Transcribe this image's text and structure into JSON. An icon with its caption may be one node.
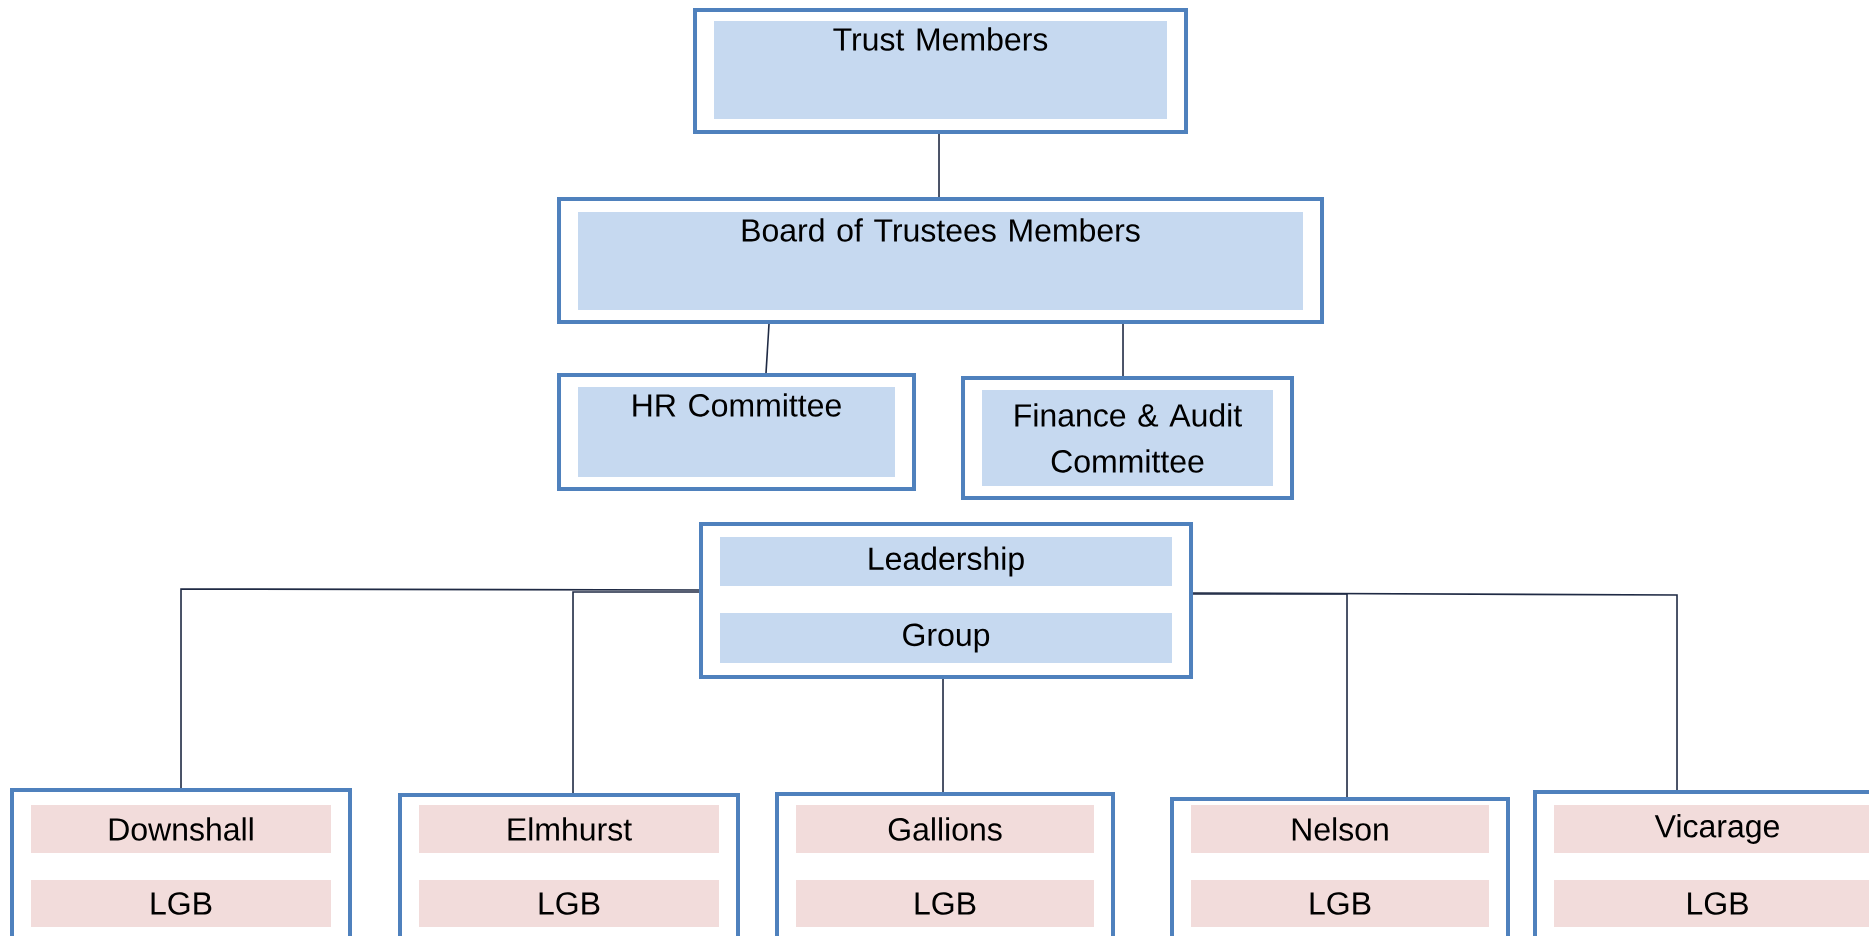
{
  "diagram": {
    "nodes": [
      {
        "text": [
          "Trust Members"
        ]
      },
      {
        "text": [
          "Board of Trustees Members"
        ]
      },
      {
        "text": [
          "HR Committee"
        ]
      },
      {
        "text": [
          "Finance & Audit Committee"
        ]
      },
      {
        "text": [
          "Leadership",
          "Group"
        ]
      },
      {
        "text": [
          "Downshall",
          "LGB"
        ]
      },
      {
        "text": [
          "Elmhurst",
          "LGB"
        ]
      },
      {
        "text": [
          "Gallions",
          "LGB"
        ]
      },
      {
        "text": [
          "Nelson",
          "LGB"
        ]
      },
      {
        "text": [
          "Vicarage",
          "LGB"
        ]
      }
    ],
    "edges": [
      {
        "from": 0,
        "to": 1,
        "arrow": "none"
      },
      {
        "from": 1,
        "to": 2,
        "arrow": "none"
      },
      {
        "from": 1,
        "to": 3,
        "arrow": "none"
      },
      {
        "from": 4,
        "to": 5,
        "arrow": "none"
      },
      {
        "from": 4,
        "to": 6,
        "arrow": "none"
      },
      {
        "from": 4,
        "to": 7,
        "arrow": "none"
      },
      {
        "from": 4,
        "to": 8,
        "arrow": "none"
      },
      {
        "from": 4,
        "to": 9,
        "arrow": "none"
      }
    ]
  }
}
